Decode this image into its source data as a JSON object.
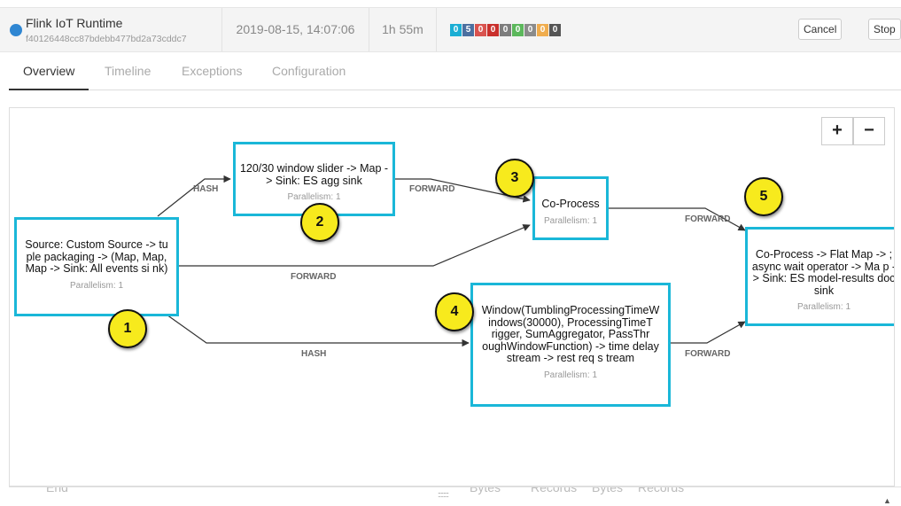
{
  "header": {
    "job_name": "Flink IoT Runtime",
    "job_id": "f40126448cc87bdebb477bd2a73cddc7",
    "start_time": "2019-08-15, 14:07:06",
    "duration": "1h 55m",
    "task_counts": [
      {
        "value": "0",
        "color": "#1aaed4"
      },
      {
        "value": "5",
        "color": "#4b6fa0"
      },
      {
        "value": "0",
        "color": "#d9534f"
      },
      {
        "value": "0",
        "color": "#c9302c"
      },
      {
        "value": "0",
        "color": "#7d7d7d"
      },
      {
        "value": "0",
        "color": "#5cb85c"
      },
      {
        "value": "0",
        "color": "#8b8b8b"
      },
      {
        "value": "0",
        "color": "#f0ad4e"
      },
      {
        "value": "0",
        "color": "#555555"
      }
    ],
    "cancel_label": "Cancel",
    "stop_label": "Stop"
  },
  "tabs": [
    {
      "label": "Overview",
      "active": true
    },
    {
      "label": "Timeline",
      "active": false
    },
    {
      "label": "Exceptions",
      "active": false
    },
    {
      "label": "Configuration",
      "active": false
    }
  ],
  "graph": {
    "zoom_in": "+",
    "zoom_out": "−",
    "nodes": [
      {
        "id": "n1",
        "title": "Source: Custom Source -> tu ple packaging -> (Map, Map, Map -> Sink: All events si nk)",
        "parallelism": "Parallelism: 1"
      },
      {
        "id": "n2",
        "title": "120/30 window slider -> Map -> Sink: ES agg sink",
        "parallelism": "Parallelism: 1"
      },
      {
        "id": "n3",
        "title": "Co-Process",
        "parallelism": "Parallelism: 1"
      },
      {
        "id": "n4",
        "title": "Window(TumblingProcessingTimeW indows(30000), ProcessingTimeT rigger, SumAggregator, PassThr oughWindowFunction) -> time delay stream -> rest req s tream",
        "parallelism": "Parallelism: 1"
      },
      {
        "id": "n5",
        "title": "Co-Process -> Flat Map -> ; async wait operator -> Ma p -> Sink: ES model-results doc sink",
        "parallelism": "Parallelism: 1"
      }
    ],
    "edges": [
      {
        "from": "n1",
        "to": "n2",
        "label": "HASH"
      },
      {
        "from": "n2",
        "to": "n3",
        "label": "FORWARD"
      },
      {
        "from": "n1",
        "to": "n3",
        "label": "FORWARD"
      },
      {
        "from": "n1",
        "to": "n4",
        "label": "HASH"
      },
      {
        "from": "n3",
        "to": "n5",
        "label": "FORWARD"
      },
      {
        "from": "n4",
        "to": "n5",
        "label": "FORWARD"
      }
    ],
    "markers": [
      "1",
      "2",
      "3",
      "4",
      "5"
    ]
  },
  "bottom": {
    "grip": "::::::::",
    "columns": [
      "End",
      "Bytes",
      "Records",
      "Bytes",
      "Records"
    ],
    "scroll_up": "▲"
  }
}
